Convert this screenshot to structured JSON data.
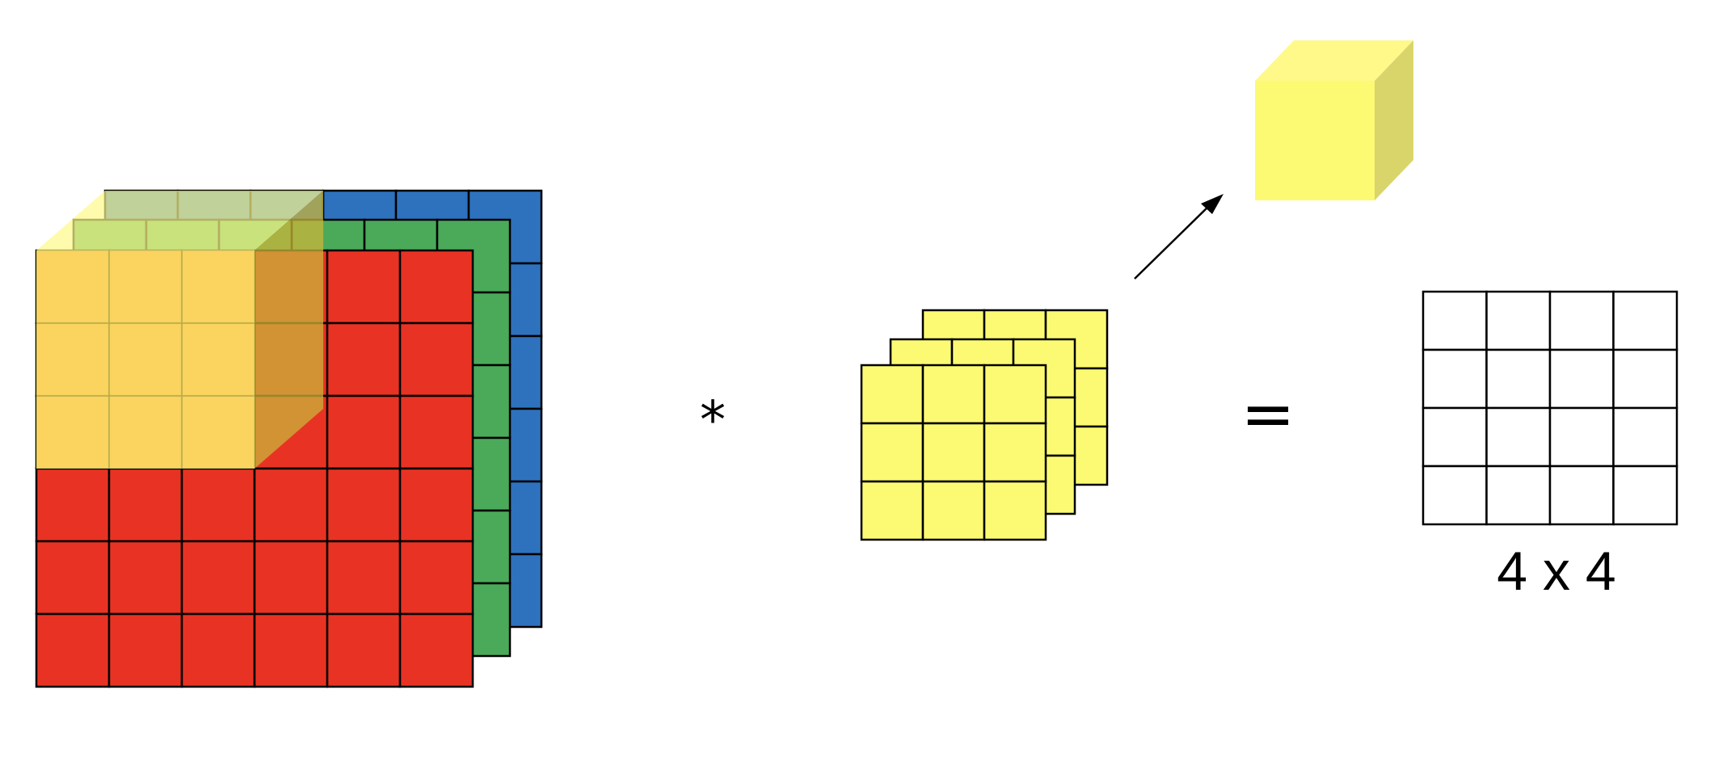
{
  "diagram": {
    "operators": {
      "multiply": "*",
      "equals": "="
    },
    "output_grid": {
      "label": "4 x 4",
      "rows": 4,
      "cols": 4
    },
    "input_volume": {
      "rows": 6,
      "cols": 6,
      "channels": [
        "red",
        "green",
        "blue"
      ]
    },
    "filter_stack": {
      "rows": 3,
      "cols": 3,
      "layers": 3
    },
    "colors": {
      "red": "#E83324",
      "green": "#4BAA5A",
      "blue": "#2E72BE",
      "yellow": "#FCFA73",
      "yellow_side": "#D9D56B",
      "yellow_top": "#FFF98A",
      "overlay": "#FBE264",
      "grid_line": "#000000"
    }
  }
}
